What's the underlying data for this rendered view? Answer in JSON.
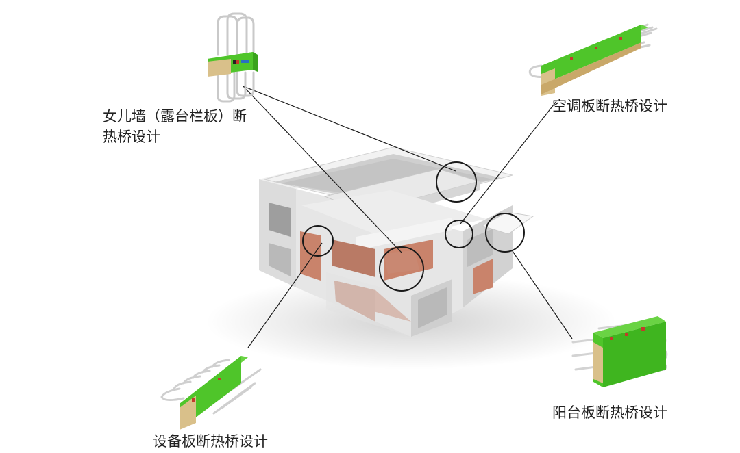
{
  "labels": {
    "parapet": "女儿墙（露台栏板）断热桥设计",
    "air_conditioner": "空调板断热桥设计",
    "equipment": "设备板断热桥设计",
    "balcony": "阳台板断热桥设计"
  },
  "colors": {
    "insulation_green": "#4fc52a",
    "insulation_core": "#d9c08a",
    "building_wall": "#e8e8e8",
    "building_shadow": "#bdbdbd",
    "interior_brown": "#c9836b",
    "callout_line": "#1a1a1a",
    "steel_bar": "#cfcfcf"
  }
}
